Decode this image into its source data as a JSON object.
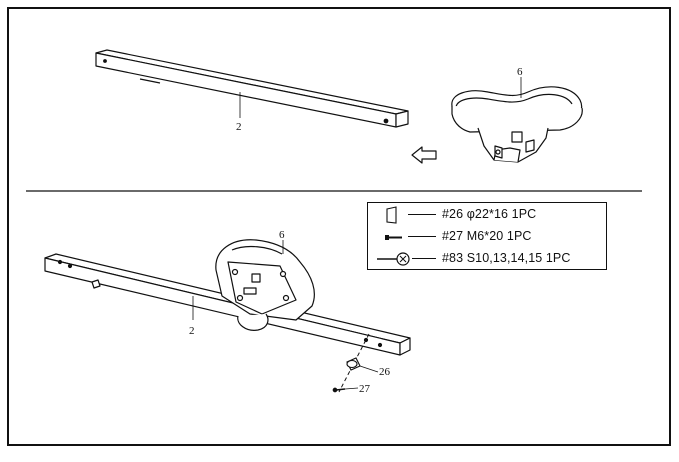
{
  "top_panel": {
    "labels": {
      "part_beam": "2",
      "part_seat": "6"
    },
    "icons": {
      "beam": "crossbar-beam",
      "seat": "seat-assembly",
      "arrow": "outline-arrow-left-icon"
    }
  },
  "bottom_panel": {
    "labels": {
      "part_beam": "2",
      "part_seat": "6",
      "part_cap": "26",
      "part_bolt": "27"
    },
    "icons": {
      "assembly": "seat-on-beam-assembly",
      "cap": "end-cap",
      "bolt": "bolt"
    }
  },
  "hardware_legend": {
    "items": [
      {
        "text": "#26  φ22*16  1PC",
        "icon": "end-cap-outline-icon"
      },
      {
        "text": "#27  M6*20  1PC",
        "icon": "bolt-icon"
      },
      {
        "text": "#83  S10,13,14,15  1PC",
        "icon": "wrench-icon"
      }
    ]
  },
  "colors": {
    "line": "#111111",
    "background": "#ffffff"
  }
}
